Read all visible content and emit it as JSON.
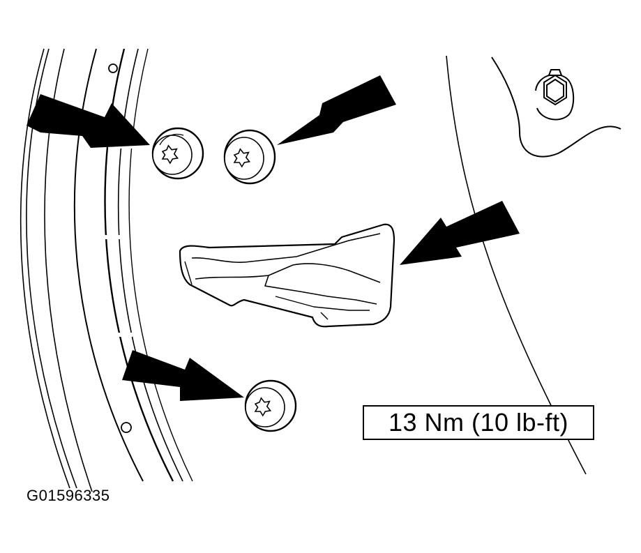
{
  "figure": {
    "torque_spec": "13 Nm (10 lb-ft)",
    "figure_id": "G01596335",
    "fastener_count": 3,
    "colors": {
      "line": "#000000",
      "background": "#ffffff"
    }
  },
  "icons": {
    "arrow": "arrow-icon",
    "torx_bolt": "torx-bolt-icon",
    "hex_nut": "hex-nut-icon"
  }
}
